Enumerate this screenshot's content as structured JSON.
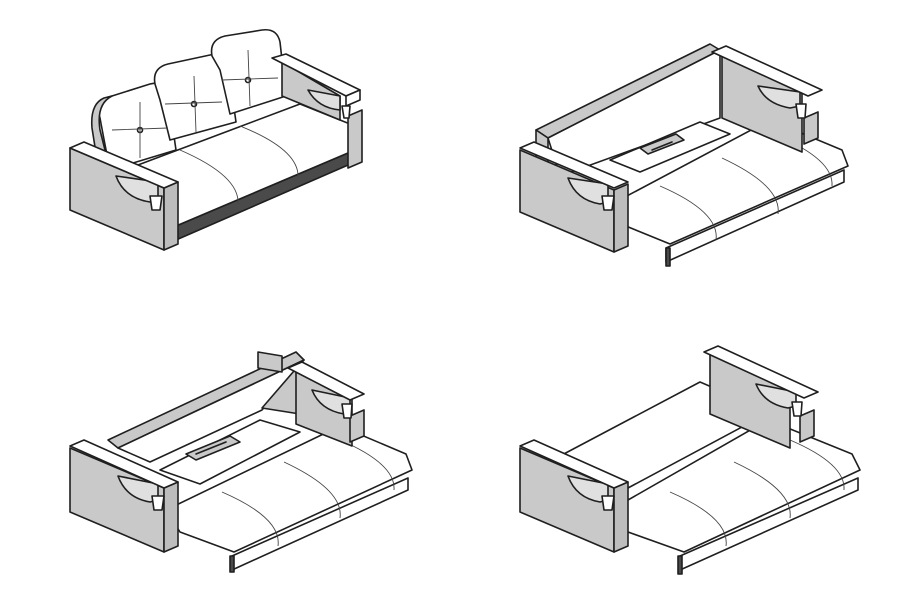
{
  "figure": {
    "kind": "sofa bed transformation sequence",
    "background": "#ffffff",
    "colors": {
      "line": "#1f1f1f",
      "panel_grey": "#c9c9c9",
      "cushion_white": "#ffffff",
      "shadow_dark": "#4a4a4a"
    },
    "steps": [
      {
        "state": "folded"
      },
      {
        "state": "seat-pulled-out"
      },
      {
        "state": "backrest-lowering"
      },
      {
        "state": "unfolded-bed"
      }
    ]
  }
}
